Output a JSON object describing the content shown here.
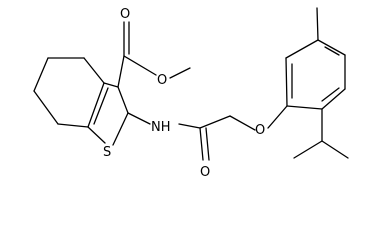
{
  "diagram": {
    "type": "skeletal-structure",
    "atoms": {
      "ester_carbonyl_o": "O",
      "ester_ether_o": "O",
      "thiophene_s": "S",
      "amide_nh": "NH",
      "amide_o": "O",
      "phenoxy_o": "O"
    }
  }
}
